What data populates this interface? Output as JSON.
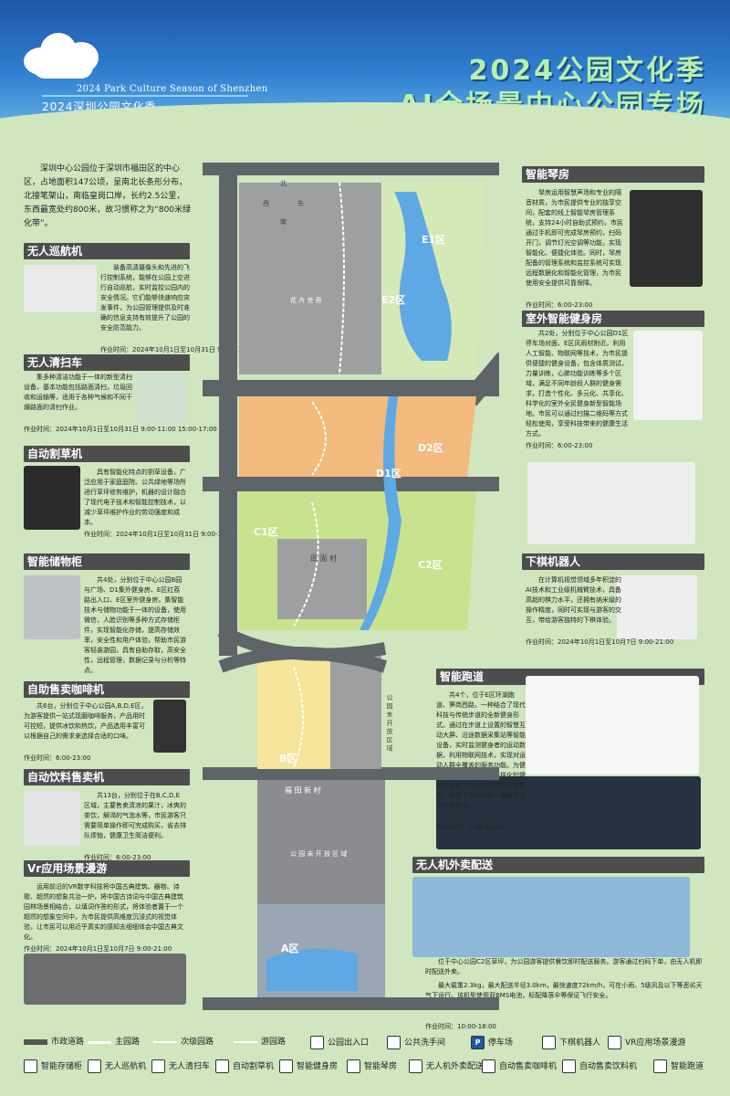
{
  "header": {
    "logo_en": "2024 Park Culture Season of Shenzhen",
    "logo_cn": "2024深圳公园文化季",
    "title_line1": "2024公园文化季",
    "title_line2": "AI全场景中心公园专场"
  },
  "intro": "深圳中心公园位于深圳市福田区的中心区，占地面积147公顷，呈南北长条形分布，北接笔架山，南临皇岗口岸，长约2.5公里，东西最宽处约800米，故习惯称之为“800米绿化带”。",
  "left_sections": [
    {
      "title": "无人巡航机",
      "text": "装备高清摄像头和先进的飞行控制系统，能够在公园上空进行自动巡航，实时监控公园内的安全情况。它们能够快速响应突发事件，为公园管理提供及时准确的信息支持有效提升了公园的安全防范能力。",
      "time_label": "作业时间：",
      "time": "2024年10月1日至10月31日  9:00-11:00 15:00-17:00"
    },
    {
      "title": "无人清扫车",
      "text": "集多种清洁功能于一体的新型清扫设备，基本功能包括路面清扫，垃圾回收和运输等，适用于各种气候和不同干燥路面的清扫作业。",
      "time_label": "作业时间：",
      "time": "2024年10月1日至10月31日  9:00-11:00 15:00-17:00"
    },
    {
      "title": "自动割草机",
      "text": "具有智能化特点的割草设备，广泛应用于家庭庭院、公共绿地等场所进行草坪修剪维护，机器的设计融合了现代电子技术和智能控制技术，以减少草坪维护作业的劳动强度和成本。",
      "time_label": "作业时间：",
      "time": "2024年10月1日至10月31日  9:00-11:00 15:00-17:00"
    },
    {
      "title": "智能储物柜",
      "text": "共4处，分别位于中心公园B园与广场、D1集外健身房、E区红荔路出入口、E区室外健身房。集智能技术与储物功能于一体的设备，使用微信，人脸识别等多种方式存储柜件，实现智能化存储，提高存储效率，安全性和用户体验，帮助市民游客轻装游园，具有自助存取，高安全性，远程管理，数据记录与分析等特点。",
      "time_label": "",
      "time": ""
    },
    {
      "title": "自助售卖咖啡机",
      "text": "共6台，分别位于中心公园A,B,D,E区，为游客提供一站式现磨咖啡服务，产品用时可控短，提供冰饮和热饮，产品选用丰富可以根据自己的需求来选择合适的口味。",
      "time_label": "作业时间：",
      "time": "6:00-23:00"
    },
    {
      "title": "自动饮料售卖机",
      "text": "共13台，分别位于在B,C,D,E区域，主要售卖清凉的果汁，冰爽的茶饮，解渴的气泡水等，市民游客只需要简单操作即可完成购买，省去排队烦恼，健康卫生简洁便利。",
      "time_label": "作业时间：",
      "time": "6:00-23:00"
    },
    {
      "title": "Vr应用场景漫游",
      "text": "运用前沿的VR数字科技将中国古典建筑、器物、诗歌、超然的想象共治一炉，将中国古诗词与中国古典建筑园林场景相结合，以填词作答的形式，将体验者置于一个超然的想象空间中，为市民提供高维度沉浸式的视觉体验，让市民可以用近乎真实的感知去细细体会中国古典文化。",
      "time_label": "作业时间：",
      "time": "2024年10月1日至10月7日  9:00-21:00"
    }
  ],
  "right_sections": [
    {
      "title": "智能琴房",
      "text": "琴房运用智慧声场和专业的隔音材质，为市民提供专业的独享空间，配套的线上智能琴房管理系统，支持24小时自助式预约，市民通过手机即可完成琴房预约，扫码开门，调节灯光空调等功能，实现智能化、便捷化体验。同时，琴房配备的管理系统和监控系统可实现远程数据化和智能化管理，为市民使用安全提供可靠保障。",
      "time_label": "作业时间：",
      "time": "6:00-23:00"
    },
    {
      "title": "室外智能健身房",
      "text": "共2处，分别位于中心公园D1区停车场对面、E区风雨材附近。利用人工智能、物联网等技术，为市民提供便捷的健身设备，包含体质测试，力量训练，心肺功能训练等多个区域，满足不同年龄段人群的健身需求，打造个性化、多元化、共享化、科学化的室外全民健身新型智能场地。市民可以通过扫描二维码等方式轻松使用，享受科技带来的健康生活方式。",
      "time_label": "作业时间：",
      "time": "6:00-23:00"
    },
    {
      "title": "下棋机器人",
      "text": "在计算机视觉领域多年积淀的AI技术和工业级机械臂技术，具备高超的棋力水平，还拥有纳米级的操作精度，同时可实现与游客的交互，带给游客独特的下棋体验。",
      "time_label": "作业时间：",
      "time": "2024年10月1日至10月7日  9:00-21:00"
    },
    {
      "title": "智能跑道",
      "text": "共4个，位于E区环湖跑道、笋岗西路，一种结合了现代科技与传统步道的全新健身形式。通过在步道上设置的智慧互动大屏、沿途数据采集站等智能设备，实时监测健身者的运动数据，利用物联网技术，实现对运动人群全覆盖的服务功能。为健身者提供更加丰富、多样化的健身体验和个性化的健身建议和指导，体现了现代科技与健康生活的有效结合。",
      "time_label": "作业时间：",
      "time": "6:00-23:00"
    },
    {
      "title": "无人机外卖配送",
      "text": "位于中心公园C2区草坪，为公园游客提供餐饮即时配送服务。游客通过扫码下单，由无人机即时配送外卖。",
      "text2": "最大载重2.3kg，最大配送半径3.0km，最快速度72km/h，可在小雨、5级风及以下等恶劣天气下运行。该机型使用双BMS电池，标配降落伞等保证飞行安全。",
      "time_label": "作业时间：",
      "time": "10:00-18:00"
    }
  ],
  "map": {
    "zones": [
      "E1区",
      "E2区",
      "D1区",
      "D2区",
      "C1区",
      "C2区",
      "B区",
      "A区"
    ],
    "compass": [
      "北",
      "西",
      "东",
      "南"
    ],
    "labels": [
      "田 面 村",
      "福 田 新 村",
      "公 园 未 开 放 区 域",
      "公 园 未 开 放 区 域",
      "花 卉 世 界"
    ]
  },
  "legend": [
    {
      "label": "市政道路",
      "kind": "line",
      "color": "#555555"
    },
    {
      "label": "主园路",
      "kind": "line",
      "color": "#ffffff"
    },
    {
      "label": "次级园路",
      "kind": "line",
      "color": "#ffffff"
    },
    {
      "label": "游园路",
      "kind": "line",
      "color": "#ffffff"
    },
    {
      "label": "公园出入口",
      "kind": "icon",
      "icon": "entrance-icon"
    },
    {
      "label": "公共洗手间",
      "kind": "icon",
      "icon": "toilet-icon"
    },
    {
      "label": "停车场",
      "kind": "icon",
      "icon": "parking-icon"
    },
    {
      "label": "下棋机器人",
      "kind": "icon",
      "icon": "chess-robot-icon"
    },
    {
      "label": "VR应用场景漫游",
      "kind": "icon",
      "icon": "vr-icon"
    },
    {
      "label": "智能存储柜",
      "kind": "icon",
      "icon": "locker-icon"
    },
    {
      "label": "无人巡航机",
      "kind": "icon",
      "icon": "drone-icon"
    },
    {
      "label": "无人清扫车",
      "kind": "icon",
      "icon": "sweeper-icon"
    },
    {
      "label": "自动割草机",
      "kind": "icon",
      "icon": "mower-icon"
    },
    {
      "label": "智能健身房",
      "kind": "icon",
      "icon": "gym-icon"
    },
    {
      "label": "智能琴房",
      "kind": "icon",
      "icon": "piano-icon"
    },
    {
      "label": "无人机外卖配送",
      "kind": "icon",
      "icon": "delivery-drone-icon"
    },
    {
      "label": "自动售卖咖啡机",
      "kind": "icon",
      "icon": "coffee-icon"
    },
    {
      "label": "自动售卖饮料机",
      "kind": "icon",
      "icon": "drink-icon"
    },
    {
      "label": "智能跑道",
      "kind": "icon",
      "icon": "track-icon"
    }
  ]
}
